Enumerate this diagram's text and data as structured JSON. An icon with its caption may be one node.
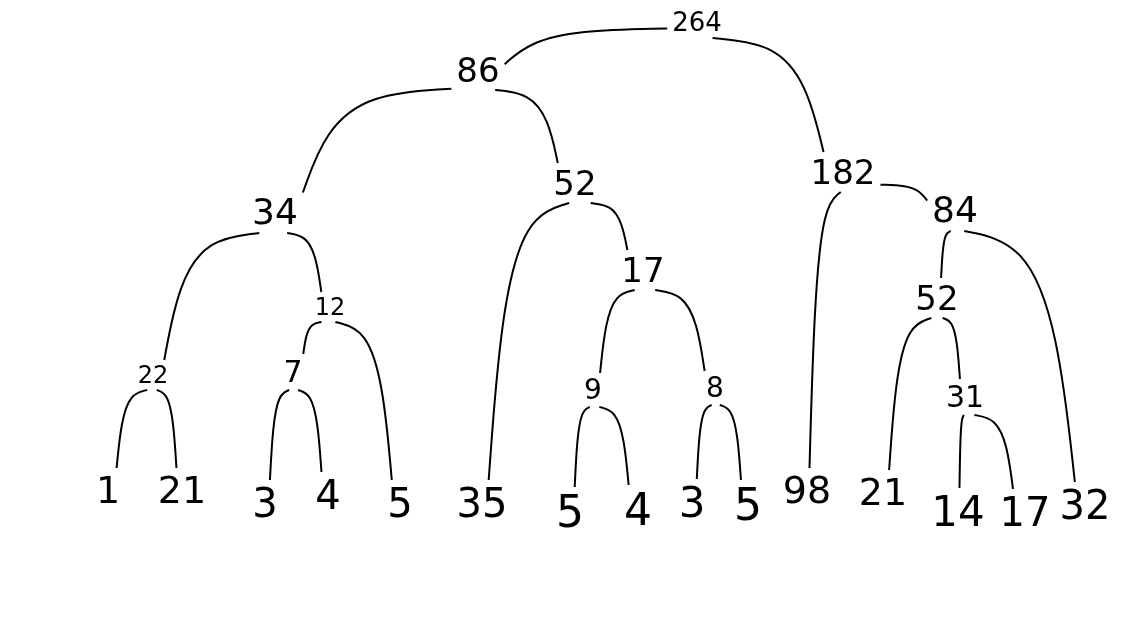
{
  "diagram": {
    "nodes": [
      {
        "text": [
          "264"
        ]
      },
      {
        "text": [
          "86"
        ]
      },
      {
        "text": [
          "182"
        ]
      },
      {
        "text": [
          "52"
        ]
      },
      {
        "text": [
          "34"
        ]
      },
      {
        "text": [
          "84"
        ]
      },
      {
        "text": [
          "17"
        ]
      },
      {
        "text": [
          "52"
        ]
      },
      {
        "text": [
          "12"
        ]
      },
      {
        "text": [
          "7"
        ]
      },
      {
        "text": [
          "22"
        ]
      },
      {
        "text": [
          "9"
        ]
      },
      {
        "text": [
          "8"
        ]
      },
      {
        "text": [
          "31"
        ]
      },
      {
        "text": [
          "1"
        ]
      },
      {
        "text": [
          "21"
        ]
      },
      {
        "text": [
          "3"
        ]
      },
      {
        "text": [
          "4"
        ]
      },
      {
        "text": [
          "5"
        ]
      },
      {
        "text": [
          "35"
        ]
      },
      {
        "text": [
          "5"
        ]
      },
      {
        "text": [
          "4"
        ]
      },
      {
        "text": [
          "3"
        ]
      },
      {
        "text": [
          "5"
        ]
      },
      {
        "text": [
          "98"
        ]
      },
      {
        "text": [
          "21"
        ]
      },
      {
        "text": [
          "14"
        ]
      },
      {
        "text": [
          "17"
        ]
      },
      {
        "text": [
          "32"
        ]
      }
    ],
    "edges": [
      {
        "from": 0,
        "to": 1,
        "arrow": "none"
      },
      {
        "from": 0,
        "to": 2,
        "arrow": "none"
      },
      {
        "from": 1,
        "to": 4,
        "arrow": "none"
      },
      {
        "from": 1,
        "to": 3,
        "arrow": "none"
      },
      {
        "from": 4,
        "to": 10,
        "arrow": "none"
      },
      {
        "from": 4,
        "to": 8,
        "arrow": "none"
      },
      {
        "from": 10,
        "to": 14,
        "arrow": "none"
      },
      {
        "from": 10,
        "to": 15,
        "arrow": "none"
      },
      {
        "from": 8,
        "to": 9,
        "arrow": "none"
      },
      {
        "from": 8,
        "to": 18,
        "arrow": "none"
      },
      {
        "from": 9,
        "to": 16,
        "arrow": "none"
      },
      {
        "from": 9,
        "to": 17,
        "arrow": "none"
      },
      {
        "from": 3,
        "to": 19,
        "arrow": "none"
      },
      {
        "from": 3,
        "to": 6,
        "arrow": "none"
      },
      {
        "from": 6,
        "to": 11,
        "arrow": "none"
      },
      {
        "from": 6,
        "to": 12,
        "arrow": "none"
      },
      {
        "from": 11,
        "to": 20,
        "arrow": "none"
      },
      {
        "from": 11,
        "to": 21,
        "arrow": "none"
      },
      {
        "from": 12,
        "to": 22,
        "arrow": "none"
      },
      {
        "from": 12,
        "to": 23,
        "arrow": "none"
      },
      {
        "from": 2,
        "to": 24,
        "arrow": "none"
      },
      {
        "from": 2,
        "to": 5,
        "arrow": "none"
      },
      {
        "from": 5,
        "to": 7,
        "arrow": "none"
      },
      {
        "from": 5,
        "to": 28,
        "arrow": "none"
      },
      {
        "from": 7,
        "to": 25,
        "arrow": "none"
      },
      {
        "from": 7,
        "to": 13,
        "arrow": "none"
      },
      {
        "from": 13,
        "to": 26,
        "arrow": "none"
      },
      {
        "from": 13,
        "to": 27,
        "arrow": "none"
      }
    ]
  }
}
